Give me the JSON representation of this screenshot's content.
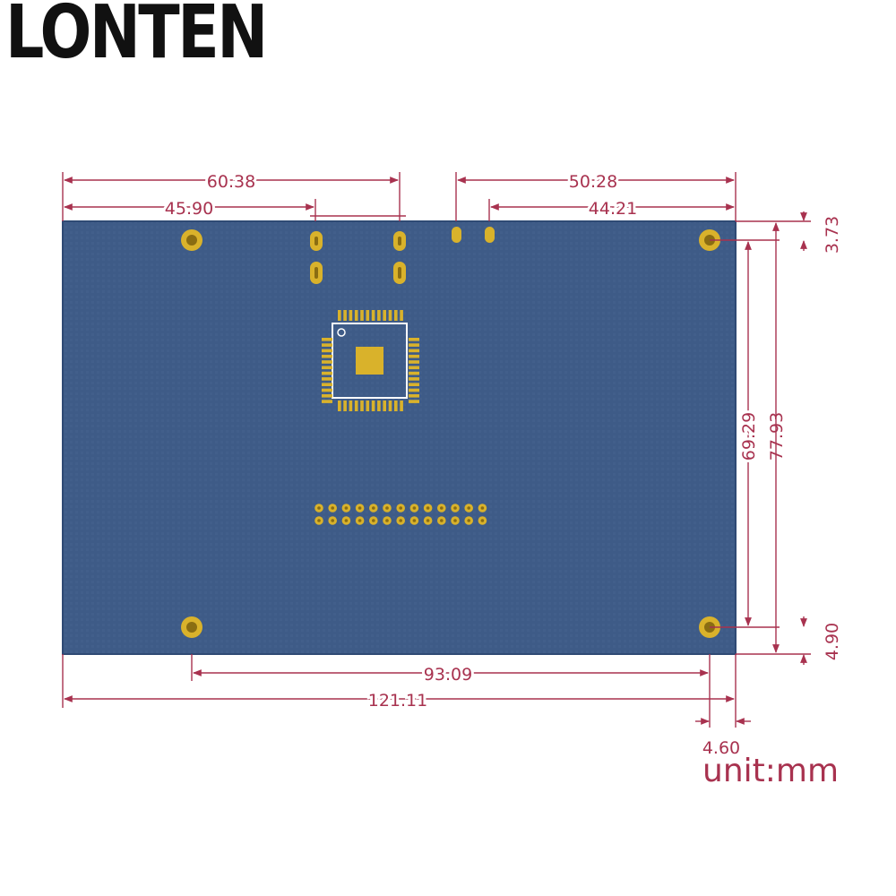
{
  "brand": {
    "name": "LONTEN"
  },
  "colors": {
    "board": "#3e5b87",
    "board_edge": "#2f4a74",
    "pad": "#d9b22b",
    "dimension": "#a8324f"
  },
  "dimensions": {
    "width_top_left": "60.38",
    "width_top_left_inner": "45.90",
    "width_top_right": "50.28",
    "width_top_right_inner": "44.21",
    "height_outer": "77.93",
    "height_inner": "69.29",
    "offset_top": "3.73",
    "offset_bottom": "4.90",
    "width_inner_bottom": "93.09",
    "width_total": "121.11",
    "offset_right": "4.60"
  },
  "unit_label": "unit:mm"
}
